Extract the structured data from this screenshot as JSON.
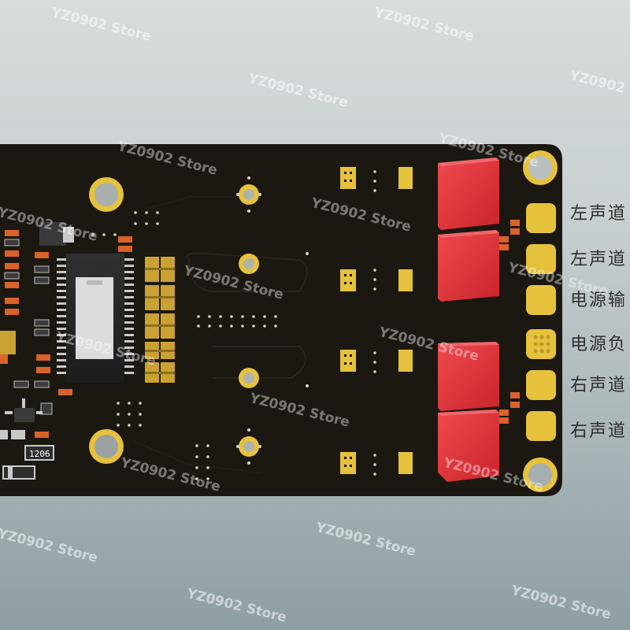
{
  "image_description": "",
  "pin_labels": [
    "左声道",
    "左声道",
    "电源输",
    "电源负",
    "右声道",
    "右声道"
  ],
  "component_marking": "1206",
  "watermark": "YZ0902 Store",
  "colors": {
    "background_top": "#d7dcdc",
    "background_bottom": "#8f9ea1",
    "pcb": "#1b1711",
    "pad_gold": "#e8c43a",
    "capacitor_red": "#e0343a",
    "resistor_orange": "#d9622a"
  }
}
